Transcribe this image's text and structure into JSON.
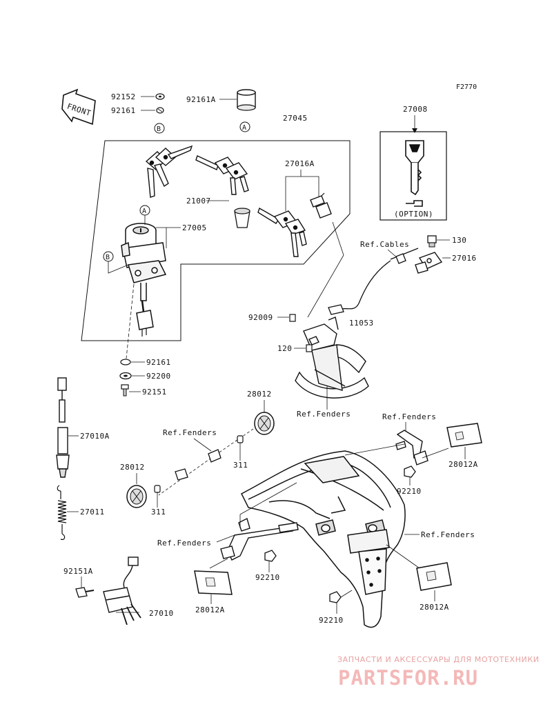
{
  "figure_code": "F2770",
  "front_label": "FRONT",
  "option_label": "(OPTION)",
  "refs": {
    "a": "A",
    "b": "B"
  },
  "labels": {
    "p92152": "92152",
    "p92161_top": "92161",
    "p92161A": "92161A",
    "p27045": "27045",
    "p27008": "27008",
    "p27016A": "27016A",
    "p21007": "21007",
    "p27005": "27005",
    "p130": "130",
    "p27016": "27016",
    "ref_cables": "Ref.Cables",
    "p92009": "92009",
    "p11053": "11053",
    "p120": "120",
    "p92161_mid": "92161",
    "p92200": "92200",
    "p92151": "92151",
    "p28012_top": "28012",
    "ref_fenders_1": "Ref.Fenders",
    "ref_fenders_2": "Ref.Fenders",
    "ref_fenders_3": "Ref.Fenders",
    "ref_fenders_4": "Ref.Fenders",
    "ref_fenders_5": "Ref.Fenders",
    "p27010A": "27010A",
    "p311_a": "311",
    "p28012_left": "28012",
    "p311_b": "311",
    "p28012A_right": "28012A",
    "p92210_a": "92210",
    "p27011": "27011",
    "p92210_b": "92210",
    "p92151A": "92151A",
    "p28012A_left": "28012A",
    "p28012A_bottom": "28012A",
    "p27010": "27010",
    "p92210_c": "92210"
  },
  "watermark": {
    "tagline": "ЗАПЧАСТИ И АКСЕССУАРЫ ДЛЯ МОТОТЕХНИКИ",
    "logo": "PARTSFOR.RU"
  }
}
